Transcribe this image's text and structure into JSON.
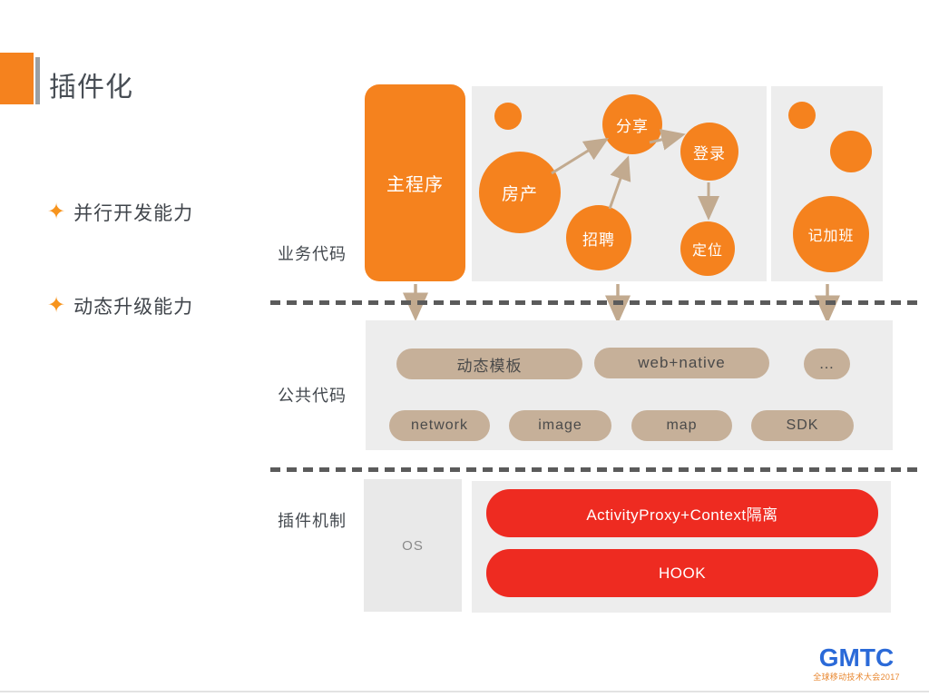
{
  "header": {
    "title": "插件化"
  },
  "bullets": [
    {
      "icon": "four-pointed-star",
      "label": "并行开发能力"
    },
    {
      "icon": "four-pointed-star",
      "label": "动态升级能力"
    }
  ],
  "rows": {
    "business_label": "业务代码",
    "common_label": "公共代码",
    "plugin_label": "插件机制"
  },
  "business": {
    "main_program": "主程序",
    "panel1_circles": [
      "",
      "分享",
      "房产",
      "登录",
      "招聘",
      "定位"
    ],
    "panel2_circles": [
      "",
      "",
      "记加班"
    ]
  },
  "common": {
    "pills_row1": [
      "动态模板",
      "web+native",
      "…"
    ],
    "pills_row2": [
      "network",
      "image",
      "map",
      "SDK"
    ]
  },
  "plugin": {
    "os": "OS",
    "bars": [
      "ActivityProxy+Context隔离",
      "HOOK"
    ]
  },
  "footer": {
    "brand": "GMTC",
    "tagline": "全球移动技术大会2017"
  },
  "colors": {
    "orange": "#F5821E",
    "arrow_tan": "#C2AA8F",
    "pill_tan": "#C6B099",
    "red": "#EE2B21",
    "panel_gray": "#EDEDED",
    "text_dark": "#474D54",
    "logo_blue": "#2B6AD8"
  }
}
